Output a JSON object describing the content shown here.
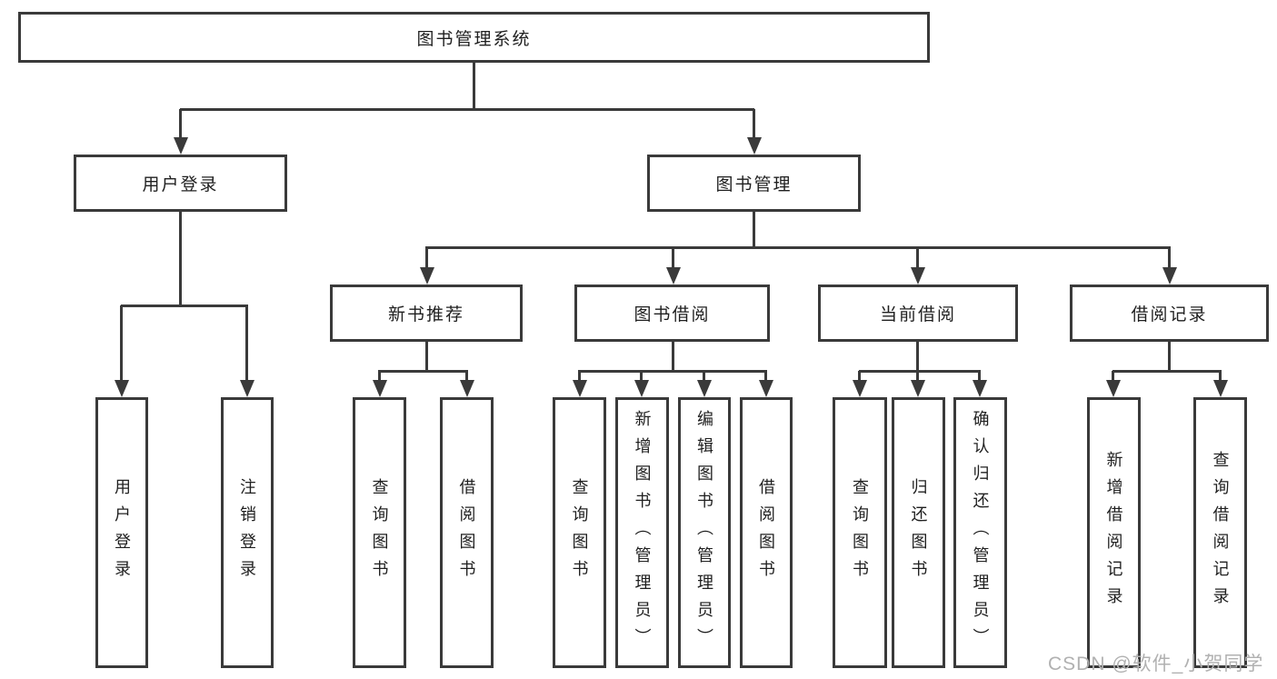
{
  "diagram_title": "图书管理系统",
  "colors": {
    "line": "#3a3a3a",
    "box_border": "#3a3a3a",
    "text": "#1f1f1f",
    "background": "#ffffff",
    "watermark": "#b1b1b1"
  },
  "nodes": {
    "root": "图书管理系统",
    "user_login": "用户登录",
    "book_mgmt": "图书管理",
    "new_book": "新书推荐",
    "book_borrow": "图书借阅",
    "current_borrow": "当前借阅",
    "borrow_record": "借阅记录",
    "ul_login": "用户登录",
    "ul_logout": "注销登录",
    "nb_query": "查询图书",
    "nb_borrow": "借阅图书",
    "bb_query": "查询图书",
    "bb_add": "新增图书（管理员）",
    "bb_edit": "编辑图书（管理员）",
    "bb_borrow": "借阅图书",
    "cb_query": "查询图书",
    "cb_return": "归还图书",
    "cb_confirm": "确认归还（管理员）",
    "br_add": "新增借阅记录",
    "br_query": "查询借阅记录"
  },
  "hierarchy": {
    "图书管理系统": {
      "用户登录": [
        "用户登录",
        "注销登录"
      ],
      "图书管理": {
        "新书推荐": [
          "查询图书",
          "借阅图书"
        ],
        "图书借阅": [
          "查询图书",
          "新增图书（管理员）",
          "编辑图书（管理员）",
          "借阅图书"
        ],
        "当前借阅": [
          "查询图书",
          "归还图书",
          "确认归还（管理员）"
        ],
        "借阅记录": [
          "新增借阅记录",
          "查询借阅记录"
        ]
      }
    }
  },
  "watermark": "CSDN @软件_小贺同学"
}
